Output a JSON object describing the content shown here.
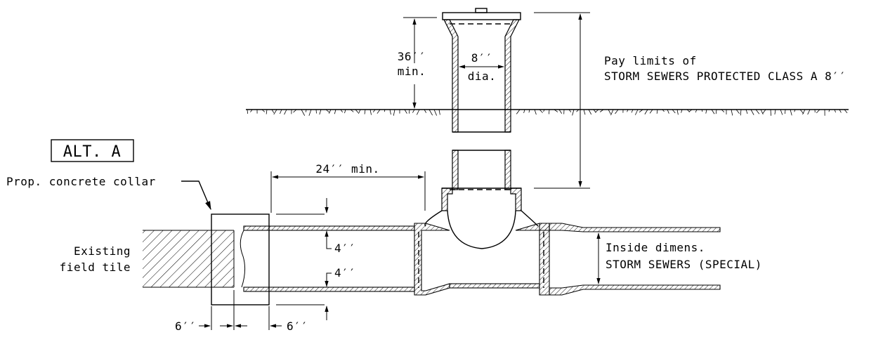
{
  "labels": {
    "alt": "ALT. A",
    "collar": "Prop. concrete collar",
    "tile_line1": "Existing",
    "tile_line2": "field tile",
    "dim_24": "24′′ min.",
    "dim_36_a": "36′′",
    "dim_36_b": "min.",
    "dim_8_a": "8′′",
    "dim_8_b": "dia.",
    "pay_line1": "Pay limits of",
    "pay_line2": "STORM SEWERS PROTECTED CLASS A 8′′",
    "inside_line1": "Inside dimens.",
    "inside_line2": "STORM SEWERS (SPECIAL)",
    "dim_4_top": "4′′",
    "dim_4_bot": "4′′",
    "dim_6_left": "6′′",
    "dim_6_right": "6′′"
  }
}
